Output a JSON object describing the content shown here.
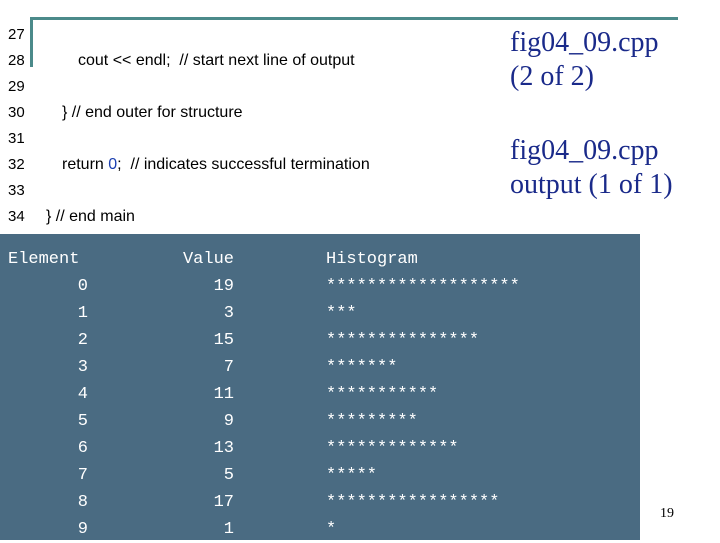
{
  "code": {
    "line_numbers": [
      "27",
      "28",
      "29",
      "30",
      "31",
      "32",
      "33",
      "34"
    ],
    "line28": "cout << endl;  // start next line of output",
    "line30": "} // end outer for structure",
    "line32_kw": "return ",
    "line32_num": "0",
    "line32_rest": ";  // indicates successful termination",
    "line34": "} // end main"
  },
  "titles": {
    "fig1_line1": "fig04_09.cpp",
    "fig1_line2": "(2 of 2)",
    "fig2_line1": "fig04_09.cpp",
    "fig2_line2": "output (1 of 1)"
  },
  "output": {
    "header": {
      "element": "Element",
      "value": "Value",
      "histogram": "Histogram"
    },
    "rows": [
      {
        "element": "0",
        "value": "19",
        "histogram": "*******************"
      },
      {
        "element": "1",
        "value": "3",
        "histogram": "***"
      },
      {
        "element": "2",
        "value": "15",
        "histogram": "***************"
      },
      {
        "element": "3",
        "value": "7",
        "histogram": "*******"
      },
      {
        "element": "4",
        "value": "11",
        "histogram": "***********"
      },
      {
        "element": "5",
        "value": "9",
        "histogram": "*********"
      },
      {
        "element": "6",
        "value": "13",
        "histogram": "*************"
      },
      {
        "element": "7",
        "value": "5",
        "histogram": "*****"
      },
      {
        "element": "8",
        "value": "17",
        "histogram": "*****************"
      },
      {
        "element": "9",
        "value": "1",
        "histogram": "*"
      }
    ]
  },
  "page_number": "19",
  "colors": {
    "accent": "#4b8a8a",
    "output_bg": "#4a6b82",
    "title_color": "#1a2a8a",
    "number_color": "#1a3fb0"
  }
}
